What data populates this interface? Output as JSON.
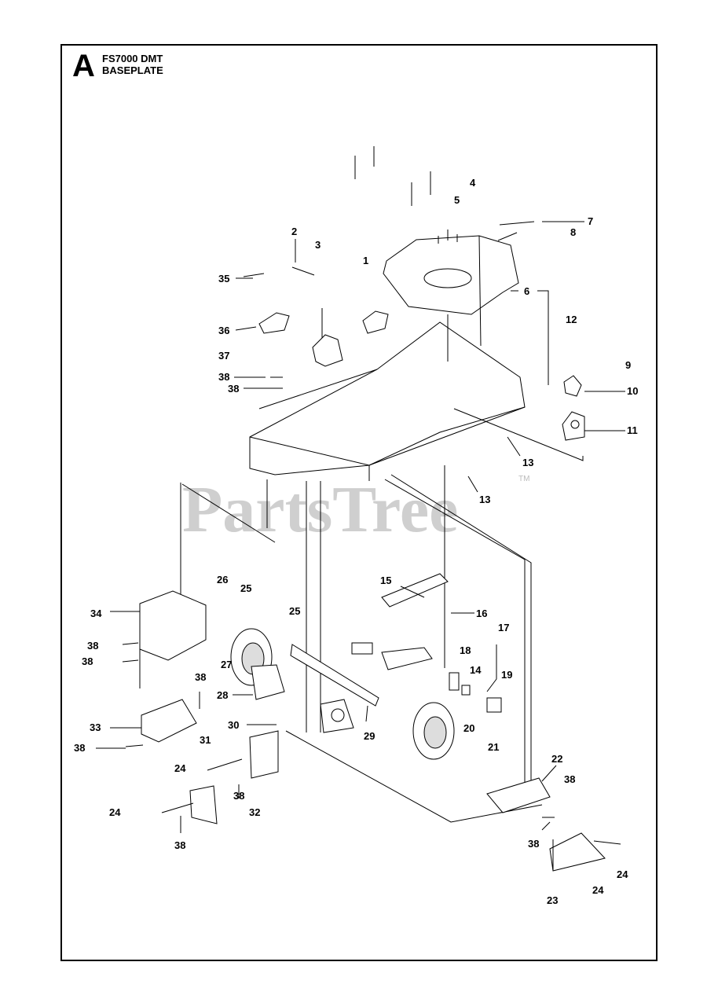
{
  "header": {
    "section_letter": "A",
    "model": "FS7000 DMT",
    "section_title": "BASEPLATE"
  },
  "watermark": {
    "text": "PartsTree",
    "tm": "TM"
  },
  "callouts": [
    "1",
    "2",
    "3",
    "4",
    "5",
    "6",
    "7",
    "8",
    "9",
    "10",
    "11",
    "12",
    "13",
    "13",
    "14",
    "15",
    "16",
    "17",
    "18",
    "19",
    "20",
    "21",
    "22",
    "23",
    "24",
    "24",
    "24",
    "24",
    "25",
    "25",
    "26",
    "27",
    "28",
    "29",
    "30",
    "31",
    "32",
    "33",
    "34",
    "35",
    "36",
    "37",
    "38",
    "38",
    "38",
    "38",
    "38",
    "38",
    "38",
    "38",
    "38",
    "38"
  ]
}
